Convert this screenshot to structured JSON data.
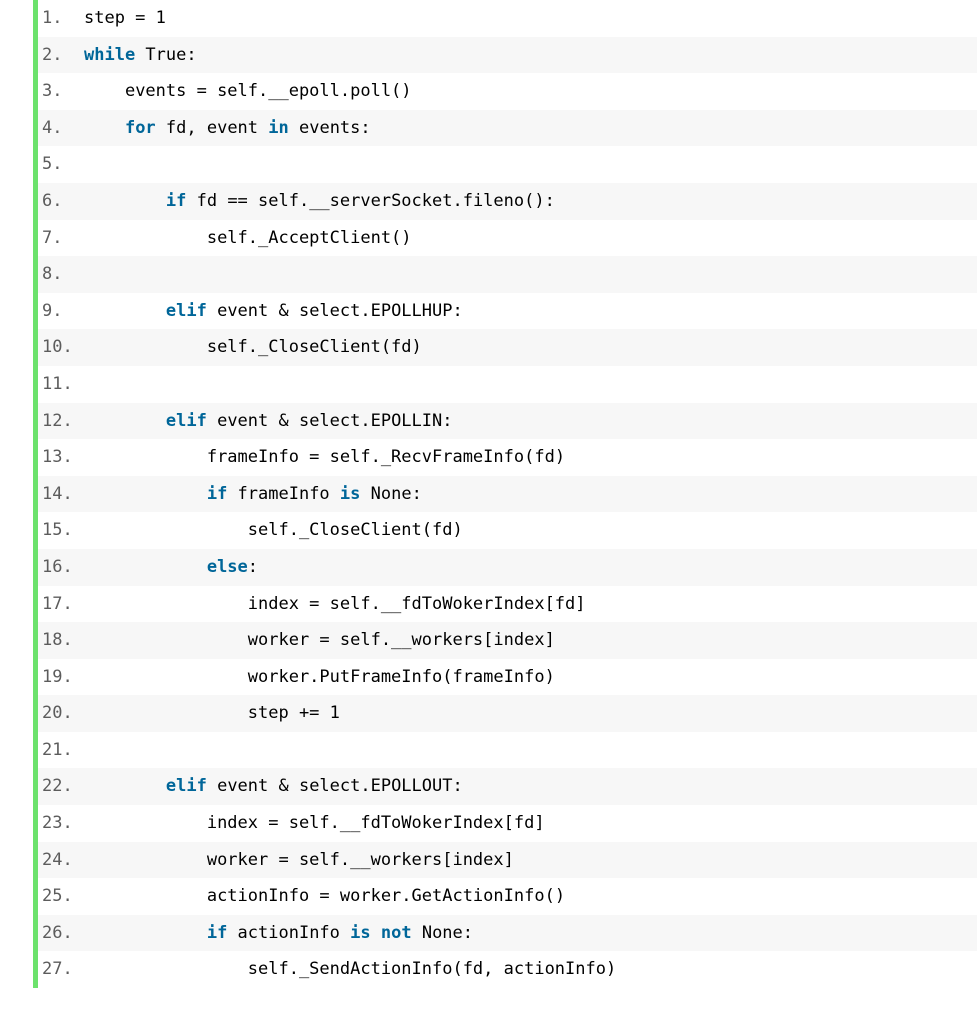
{
  "code": {
    "language": "python",
    "lines": [
      {
        "num": "1.",
        "indent": 0,
        "tokens": [
          [
            "t",
            "step = 1"
          ]
        ]
      },
      {
        "num": "2.",
        "indent": 0,
        "tokens": [
          [
            "k",
            "while"
          ],
          [
            "t",
            " True:"
          ]
        ]
      },
      {
        "num": "3.",
        "indent": 4,
        "tokens": [
          [
            "t",
            "events = self.__epoll.poll()"
          ]
        ]
      },
      {
        "num": "4.",
        "indent": 4,
        "tokens": [
          [
            "k",
            "for"
          ],
          [
            "t",
            " fd, event "
          ],
          [
            "k",
            "in"
          ],
          [
            "t",
            " events:"
          ]
        ]
      },
      {
        "num": "5.",
        "indent": 0,
        "tokens": []
      },
      {
        "num": "6.",
        "indent": 8,
        "tokens": [
          [
            "k",
            "if"
          ],
          [
            "t",
            " fd == self.__serverSocket.fileno():"
          ]
        ]
      },
      {
        "num": "7.",
        "indent": 12,
        "tokens": [
          [
            "t",
            "self._AcceptClient()"
          ]
        ]
      },
      {
        "num": "8.",
        "indent": 0,
        "tokens": []
      },
      {
        "num": "9.",
        "indent": 8,
        "tokens": [
          [
            "k",
            "elif"
          ],
          [
            "t",
            " event & select.EPOLLHUP:"
          ]
        ]
      },
      {
        "num": "10.",
        "indent": 12,
        "tokens": [
          [
            "t",
            "self._CloseClient(fd)"
          ]
        ]
      },
      {
        "num": "11.",
        "indent": 0,
        "tokens": []
      },
      {
        "num": "12.",
        "indent": 8,
        "tokens": [
          [
            "k",
            "elif"
          ],
          [
            "t",
            " event & select.EPOLLIN:"
          ]
        ]
      },
      {
        "num": "13.",
        "indent": 12,
        "tokens": [
          [
            "t",
            "frameInfo = self._RecvFrameInfo(fd)"
          ]
        ]
      },
      {
        "num": "14.",
        "indent": 12,
        "tokens": [
          [
            "k",
            "if"
          ],
          [
            "t",
            " frameInfo "
          ],
          [
            "k",
            "is"
          ],
          [
            "t",
            " None:"
          ]
        ]
      },
      {
        "num": "15.",
        "indent": 16,
        "tokens": [
          [
            "t",
            "self._CloseClient(fd)"
          ]
        ]
      },
      {
        "num": "16.",
        "indent": 12,
        "tokens": [
          [
            "k",
            "else"
          ],
          [
            "t",
            ":"
          ]
        ]
      },
      {
        "num": "17.",
        "indent": 16,
        "tokens": [
          [
            "t",
            "index = self.__fdToWokerIndex[fd]"
          ]
        ]
      },
      {
        "num": "18.",
        "indent": 16,
        "tokens": [
          [
            "t",
            "worker = self.__workers[index]"
          ]
        ]
      },
      {
        "num": "19.",
        "indent": 16,
        "tokens": [
          [
            "t",
            "worker.PutFrameInfo(frameInfo)"
          ]
        ]
      },
      {
        "num": "20.",
        "indent": 16,
        "tokens": [
          [
            "t",
            "step += 1"
          ]
        ]
      },
      {
        "num": "21.",
        "indent": 0,
        "tokens": []
      },
      {
        "num": "22.",
        "indent": 8,
        "tokens": [
          [
            "k",
            "elif"
          ],
          [
            "t",
            " event & select.EPOLLOUT:"
          ]
        ]
      },
      {
        "num": "23.",
        "indent": 12,
        "tokens": [
          [
            "t",
            "index = self.__fdToWokerIndex[fd]"
          ]
        ]
      },
      {
        "num": "24.",
        "indent": 12,
        "tokens": [
          [
            "t",
            "worker = self.__workers[index]"
          ]
        ]
      },
      {
        "num": "25.",
        "indent": 12,
        "tokens": [
          [
            "t",
            "actionInfo = worker.GetActionInfo()"
          ]
        ]
      },
      {
        "num": "26.",
        "indent": 12,
        "tokens": [
          [
            "k",
            "if"
          ],
          [
            "t",
            " actionInfo "
          ],
          [
            "k",
            "is"
          ],
          [
            "t",
            " "
          ],
          [
            "k",
            "not"
          ],
          [
            "t",
            " None:"
          ]
        ]
      },
      {
        "num": "27.",
        "indent": 16,
        "tokens": [
          [
            "t",
            "self._SendActionInfo(fd, actionInfo)"
          ]
        ]
      }
    ]
  },
  "colors": {
    "keyword": "#006699",
    "gutter_bar": "#6ce26c",
    "alt_row": "#f7f7f7",
    "line_number": "#5c5c5c"
  }
}
